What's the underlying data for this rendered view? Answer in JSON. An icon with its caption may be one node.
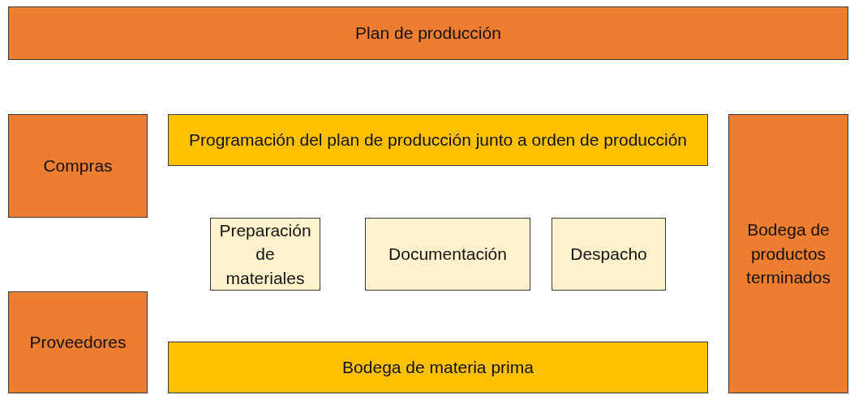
{
  "diagram": {
    "nodes": [
      {
        "text": [
          "Plan de producción"
        ]
      },
      {
        "text": [
          "Compras"
        ]
      },
      {
        "text": [
          "Programación del plan de producción junto a orden de producción"
        ]
      },
      {
        "text": [
          "Bodega de productos terminados"
        ]
      },
      {
        "text": [
          "Preparación de materiales"
        ]
      },
      {
        "text": [
          "Documentación"
        ]
      },
      {
        "text": [
          "Despacho"
        ]
      },
      {
        "text": [
          "Proveedores"
        ]
      },
      {
        "text": [
          "Bodega de materia prima"
        ]
      }
    ]
  }
}
